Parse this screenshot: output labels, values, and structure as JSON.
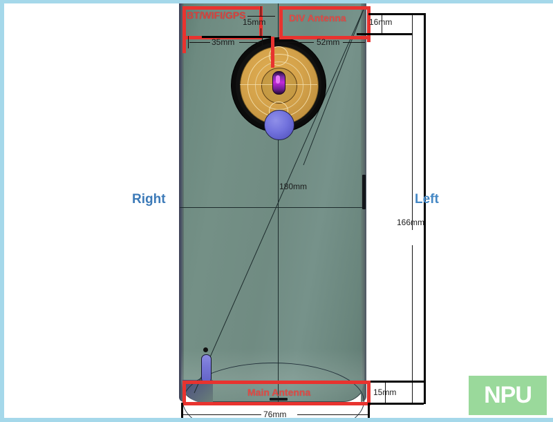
{
  "diagram": {
    "title": "Smartphone rear antenna placement diagram",
    "colors": {
      "antenna_box": "#e8332f",
      "antenna_label": "#e24a45",
      "side_label": "#3f7fbf",
      "body": "#708b82",
      "camera_gold": "#d4a24a",
      "lens": "#c229d9",
      "fingerprint": "#7272dd",
      "watermark_bg": "#9ad99b",
      "canvas_border": "#a5d8ea"
    }
  },
  "antennas": [
    {
      "id": "bt-wifi-gps",
      "label": "BT/WIFI/GPS"
    },
    {
      "id": "div-antenna",
      "label": "DIV Antenna"
    },
    {
      "id": "main-antenna",
      "label": "Main Antenna"
    }
  ],
  "dimensions": {
    "top_left_height": "15mm",
    "top_left_width": "35mm",
    "top_right_width": "52mm",
    "top_right_height": "16mm",
    "device_height": "180mm",
    "right_side_height": "166mm",
    "bottom_height": "15mm",
    "device_width": "76mm"
  },
  "orientation": {
    "right_label": "Right",
    "left_label": "Left"
  },
  "watermark": {
    "text": "NPU"
  }
}
